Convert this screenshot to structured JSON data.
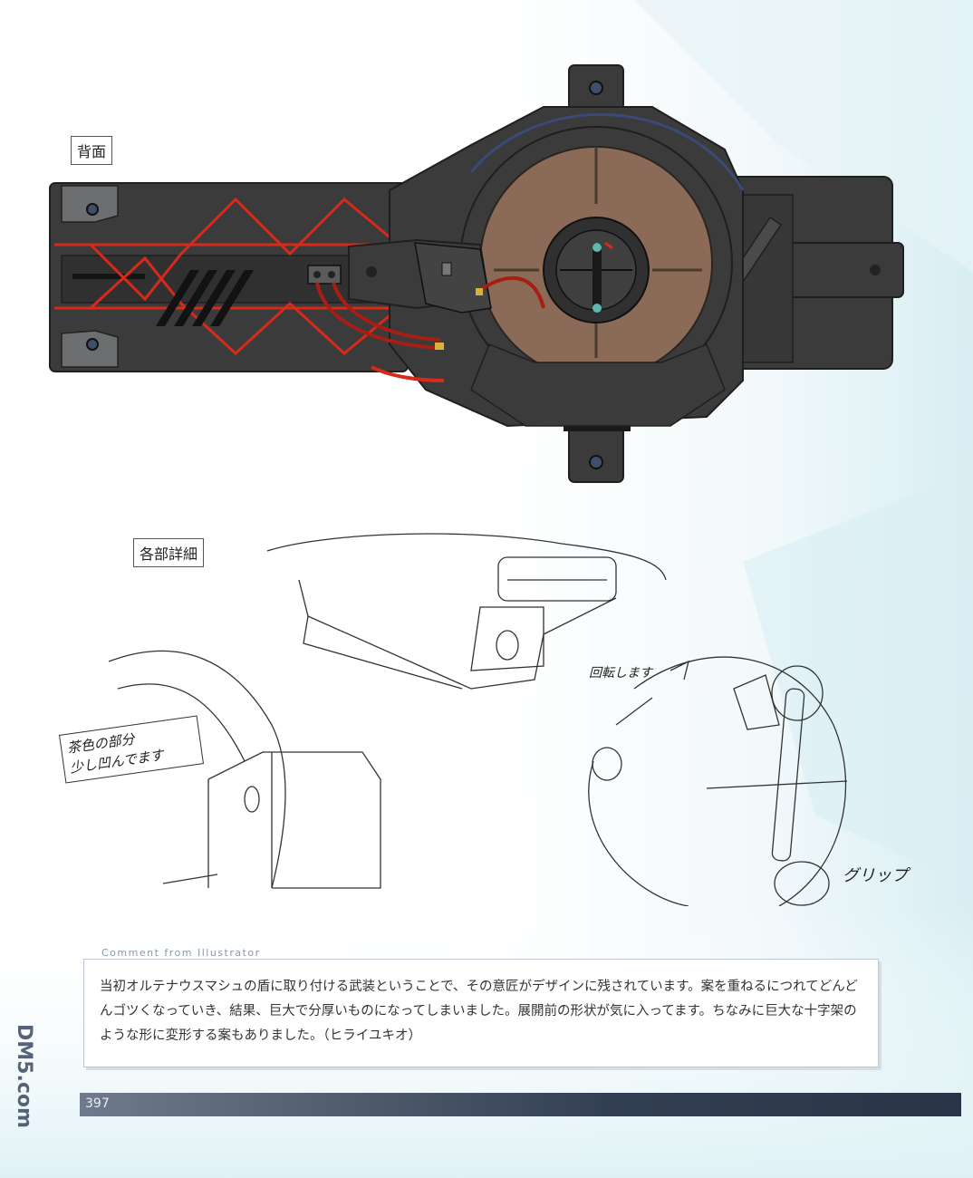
{
  "labels": {
    "back_view": "背面",
    "part_details": "各部詳細"
  },
  "sketch_notes": {
    "brown_area_line1": "茶色の部分",
    "brown_area_line2": "少し凹んでます",
    "rotates": "回転します",
    "grip": "グリップ"
  },
  "comment": {
    "heading": "Comment from Illustrator",
    "body": "当初オルテナウスマシュの盾に取り付ける武装ということで、その意匠がデザインに残されています。案を重ねるにつれてどんどんゴツくなっていき、結果、巨大で分厚いものになってしまいました。展開前の形状が気に入ってます。ちなみに巨大な十字架のような形に変形する案もありました。（ヒライユキオ）"
  },
  "footer": {
    "page_number": "397"
  },
  "watermark": {
    "text": "DM5.com"
  },
  "colors": {
    "body_dark": "#3a3b3a",
    "accent_red": "#d72a1a",
    "disc_brown": "#8b6b57",
    "ring_blue": "#3b4a78",
    "footer_dark": "#2a3447"
  }
}
